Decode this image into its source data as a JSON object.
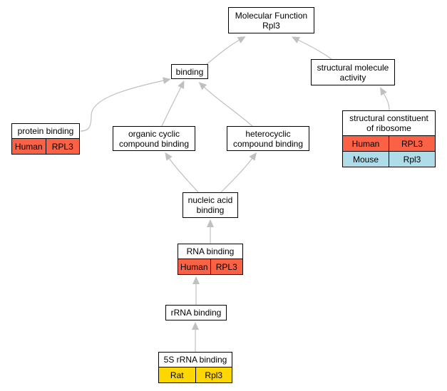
{
  "colors": {
    "edge": "#c0c0c0",
    "human": "#fa6145",
    "mouse": "#aedce8",
    "rat": "#ffd700"
  },
  "nodes": {
    "molecular_function": {
      "line1": "Molecular Function",
      "line2": "Rpl3"
    },
    "binding": {
      "label": "binding"
    },
    "structural_molecule_activity": {
      "line1": "structural molecule",
      "line2": "activity"
    },
    "protein_binding": {
      "label": "protein binding",
      "species": "Human",
      "gene": "RPL3"
    },
    "organic_cyclic": {
      "line1": "organic cyclic",
      "line2": "compound binding"
    },
    "heterocyclic": {
      "line1": "heterocyclic",
      "line2": "compound binding"
    },
    "structural_constituent": {
      "line1": "structural constituent",
      "line2": "of ribosome",
      "rows": [
        {
          "species": "Human",
          "gene": "RPL3"
        },
        {
          "species": "Mouse",
          "gene": "Rpl3"
        }
      ]
    },
    "nucleic_acid": {
      "line1": "nucleic acid",
      "line2": "binding"
    },
    "rna_binding": {
      "label": "RNA binding",
      "species": "Human",
      "gene": "RPL3"
    },
    "rrna_binding": {
      "label": "rRNA binding"
    },
    "five_s_rrna": {
      "label": "5S rRNA binding",
      "species": "Rat",
      "gene": "Rpl3"
    }
  }
}
